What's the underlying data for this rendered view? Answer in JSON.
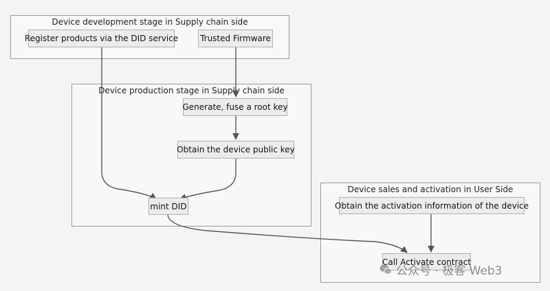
{
  "clusters": {
    "dev": {
      "title": "Device development stage in Supply chain side"
    },
    "prod": {
      "title": "Device production stage in Supply chain side"
    },
    "sales": {
      "title": "Device sales and activation in User Side"
    }
  },
  "nodes": {
    "register": "Register products via the DID service",
    "firmware": "Trusted Firmware",
    "generate": "Generate, fuse a root key",
    "obtain_key": "Obtain the device public key",
    "mint": "mint DID",
    "obtain_activation": "Obtain the activation information of the device",
    "activate": "Call Activate contract"
  },
  "watermark": {
    "text": "公众号 · 极客 Web3",
    "icon": "wechat-icon"
  },
  "colors": {
    "cluster_bg": "#f8f8f8",
    "cluster_border": "#9a9a9a",
    "node_bg": "#ececec",
    "node_border": "#b0b0b0",
    "edge": "#555555"
  }
}
